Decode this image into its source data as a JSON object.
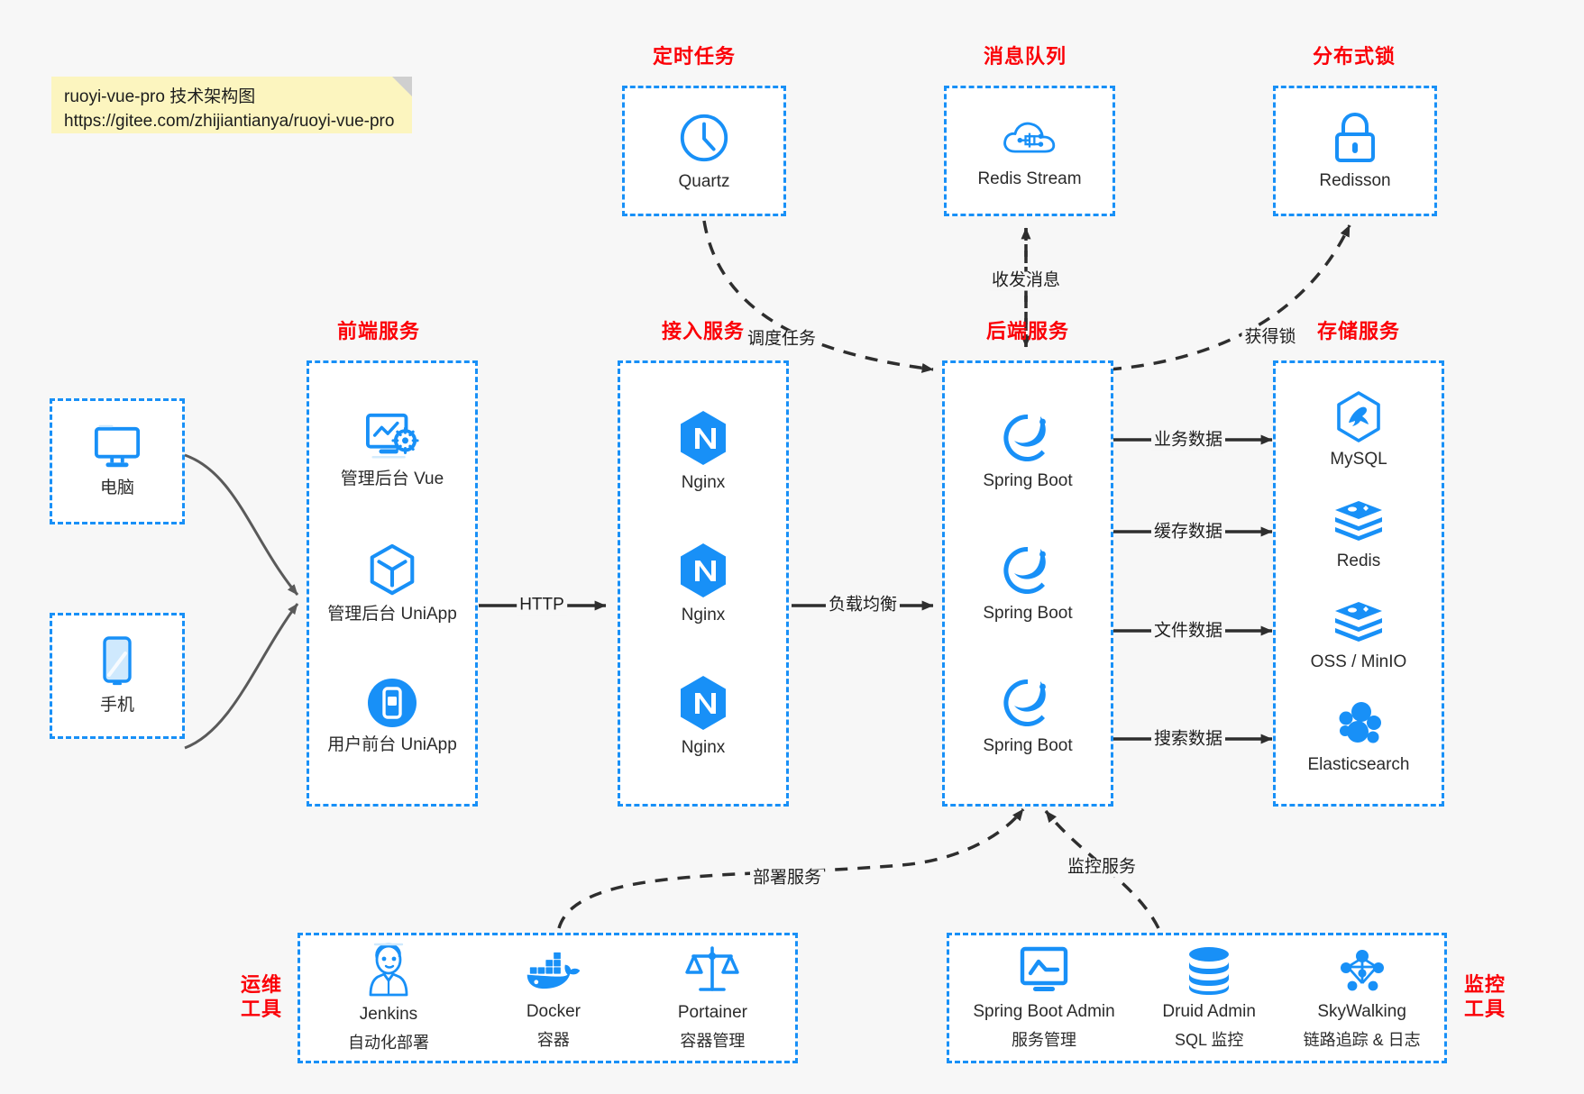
{
  "note": {
    "line1": "ruoyi-vue-pro 技术架构图",
    "line2": "https://gitee.com/zhijiantianya/ruoyi-vue-pro"
  },
  "groups": {
    "scheduler": {
      "title": "定时任务",
      "items": [
        {
          "label": "Quartz",
          "icon": "clock-icon"
        }
      ]
    },
    "mq": {
      "title": "消息队列",
      "items": [
        {
          "label": "Redis Stream",
          "icon": "cloud-network-icon"
        }
      ]
    },
    "lock": {
      "title": "分布式锁",
      "items": [
        {
          "label": "Redisson",
          "icon": "lock-icon"
        }
      ]
    },
    "clients": {
      "title": "",
      "items": [
        {
          "label": "电脑",
          "icon": "desktop-monitor-icon"
        },
        {
          "label": "手机",
          "icon": "mobile-phone-icon"
        }
      ]
    },
    "frontend": {
      "title": "前端服务",
      "items": [
        {
          "label": "管理后台 Vue",
          "icon": "dashboard-settings-icon"
        },
        {
          "label": "管理后台 UniApp",
          "icon": "cube-icon"
        },
        {
          "label": "用户前台 UniApp",
          "icon": "mobile-app-icon"
        }
      ]
    },
    "gateway": {
      "title": "接入服务",
      "items": [
        {
          "label": "Nginx",
          "icon": "nginx-icon"
        },
        {
          "label": "Nginx",
          "icon": "nginx-icon"
        },
        {
          "label": "Nginx",
          "icon": "nginx-icon"
        }
      ]
    },
    "backend": {
      "title": "后端服务",
      "items": [
        {
          "label": "Spring Boot",
          "icon": "spring-boot-icon"
        },
        {
          "label": "Spring Boot",
          "icon": "spring-boot-icon"
        },
        {
          "label": "Spring Boot",
          "icon": "spring-boot-icon"
        }
      ]
    },
    "storage": {
      "title": "存储服务",
      "items": [
        {
          "label": "MySQL",
          "icon": "mysql-icon"
        },
        {
          "label": "Redis",
          "icon": "redis-icon"
        },
        {
          "label": "OSS / MinIO",
          "icon": "oss-minio-icon"
        },
        {
          "label": "Elasticsearch",
          "icon": "elasticsearch-icon"
        }
      ]
    },
    "devops": {
      "title": "运维\n工具",
      "title_l1": "运维",
      "title_l2": "工具",
      "items": [
        {
          "label": "Jenkins",
          "sub": "自动化部署",
          "icon": "jenkins-icon"
        },
        {
          "label": "Docker",
          "sub": "容器",
          "icon": "docker-icon"
        },
        {
          "label": "Portainer",
          "sub": "容器管理",
          "icon": "portainer-scales-icon"
        }
      ]
    },
    "monitoring": {
      "title": "监控\n工具",
      "title_l1": "监控",
      "title_l2": "工具",
      "items": [
        {
          "label": "Spring Boot Admin",
          "sub": "服务管理",
          "icon": "monitor-chart-icon"
        },
        {
          "label": "Druid Admin",
          "sub": "SQL 监控",
          "icon": "database-stack-icon"
        },
        {
          "label": "SkyWalking",
          "sub": "链路追踪 & 日志",
          "icon": "skywalking-icon"
        }
      ]
    }
  },
  "edges": [
    {
      "name": "edge-client-to-frontend",
      "label": ""
    },
    {
      "name": "edge-frontend-to-gateway",
      "label": "HTTP"
    },
    {
      "name": "edge-gateway-to-backend",
      "label": "负载均衡"
    },
    {
      "name": "edge-scheduler-to-backend",
      "label": "调度任务"
    },
    {
      "name": "edge-backend-to-mq",
      "label": "收发消息"
    },
    {
      "name": "edge-backend-to-lock",
      "label": "获得锁"
    },
    {
      "name": "edge-backend-to-mysql",
      "label": "业务数据"
    },
    {
      "name": "edge-backend-to-redis",
      "label": "缓存数据"
    },
    {
      "name": "edge-backend-to-oss",
      "label": "文件数据"
    },
    {
      "name": "edge-backend-to-es",
      "label": "搜索数据"
    },
    {
      "name": "edge-devops-to-backend",
      "label": "部署服务"
    },
    {
      "name": "edge-monitoring-to-backend",
      "label": "监控服务"
    }
  ],
  "colors": {
    "accent": "#1890f7",
    "title": "#fb0007",
    "background": "#f7f7f7",
    "box_fill": "#ffffff",
    "note_fill": "#fcf5bf",
    "connector": "#4a4a4a",
    "text": "#2b2b2b"
  }
}
